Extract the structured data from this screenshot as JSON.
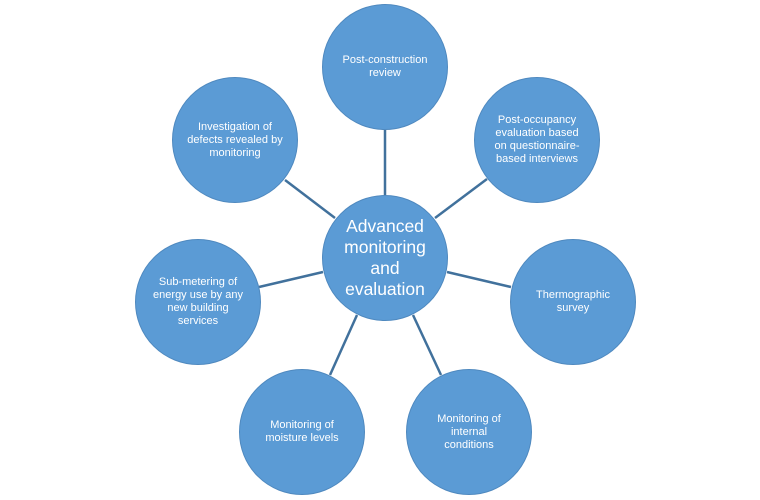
{
  "center": {
    "label": "Advanced monitoring and evaluation"
  },
  "nodes": [
    {
      "label": "Post-construction review"
    },
    {
      "label": "Post-occupancy evaluation based on questionnaire-based interviews"
    },
    {
      "label": "Thermographic survey"
    },
    {
      "label": "Monitoring of internal conditions"
    },
    {
      "label": "Monitoring of moisture levels"
    },
    {
      "label": "Sub-metering of energy use by any new building services"
    },
    {
      "label": "Investigation of defects revealed by monitoring"
    }
  ],
  "colors": {
    "fill": "#5B9BD5",
    "line": "#41719C"
  }
}
